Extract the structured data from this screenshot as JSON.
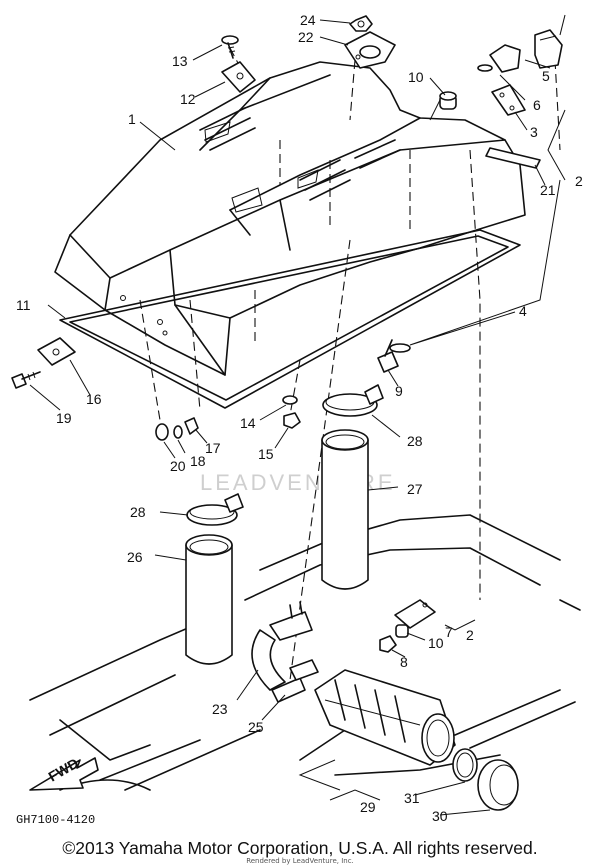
{
  "diagram": {
    "drawing_code": "GH7100-4120",
    "watermark": "LEADVENTURE",
    "fwd_label": "FWD",
    "callouts": [
      {
        "id": "c1",
        "text": "1"
      },
      {
        "id": "c2a",
        "text": "2"
      },
      {
        "id": "c2b",
        "text": "2"
      },
      {
        "id": "c3",
        "text": "3"
      },
      {
        "id": "c4",
        "text": "4"
      },
      {
        "id": "c5",
        "text": "5"
      },
      {
        "id": "c6",
        "text": "6"
      },
      {
        "id": "c7",
        "text": "7"
      },
      {
        "id": "c8",
        "text": "8"
      },
      {
        "id": "c9",
        "text": "9"
      },
      {
        "id": "c10a",
        "text": "10"
      },
      {
        "id": "c10b",
        "text": "10"
      },
      {
        "id": "c11",
        "text": "11"
      },
      {
        "id": "c12",
        "text": "12"
      },
      {
        "id": "c13",
        "text": "13"
      },
      {
        "id": "c14",
        "text": "14"
      },
      {
        "id": "c15",
        "text": "15"
      },
      {
        "id": "c16",
        "text": "16"
      },
      {
        "id": "c17",
        "text": "17"
      },
      {
        "id": "c18",
        "text": "18"
      },
      {
        "id": "c19",
        "text": "19"
      },
      {
        "id": "c20",
        "text": "20"
      },
      {
        "id": "c21",
        "text": "21"
      },
      {
        "id": "c22",
        "text": "22"
      },
      {
        "id": "c23",
        "text": "23"
      },
      {
        "id": "c24",
        "text": "24"
      },
      {
        "id": "c25",
        "text": "25"
      },
      {
        "id": "c26",
        "text": "26"
      },
      {
        "id": "c27",
        "text": "27"
      },
      {
        "id": "c28a",
        "text": "28"
      },
      {
        "id": "c28b",
        "text": "28"
      },
      {
        "id": "c29",
        "text": "29"
      },
      {
        "id": "c30",
        "text": "30"
      },
      {
        "id": "c31",
        "text": "31"
      }
    ]
  },
  "footer": {
    "copyright": "©2013 Yamaha Motor Corporation, U.S.A. All rights reserved.",
    "rendered_by": "Rendered by LeadVenture, Inc."
  }
}
